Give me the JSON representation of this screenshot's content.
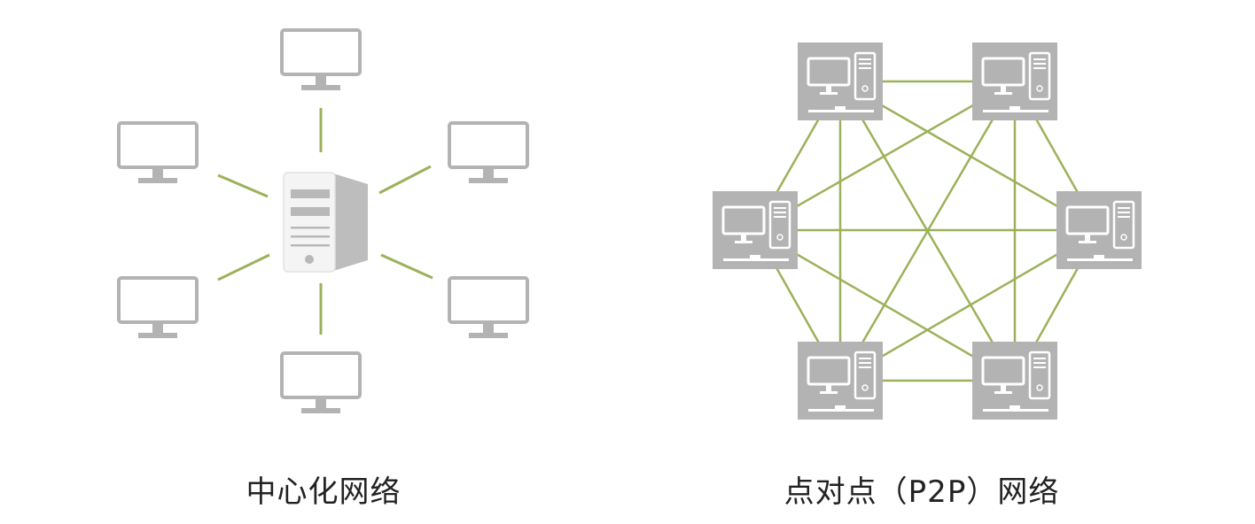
{
  "diagrams": {
    "centralized": {
      "label": "中心化网络",
      "client_count": 6
    },
    "p2p": {
      "label": "点对点（P2P）网络",
      "peer_count": 6
    }
  },
  "colors": {
    "link": "#9cb15a",
    "device": "#b3b3b3",
    "server_face": "#f4f4f4"
  }
}
